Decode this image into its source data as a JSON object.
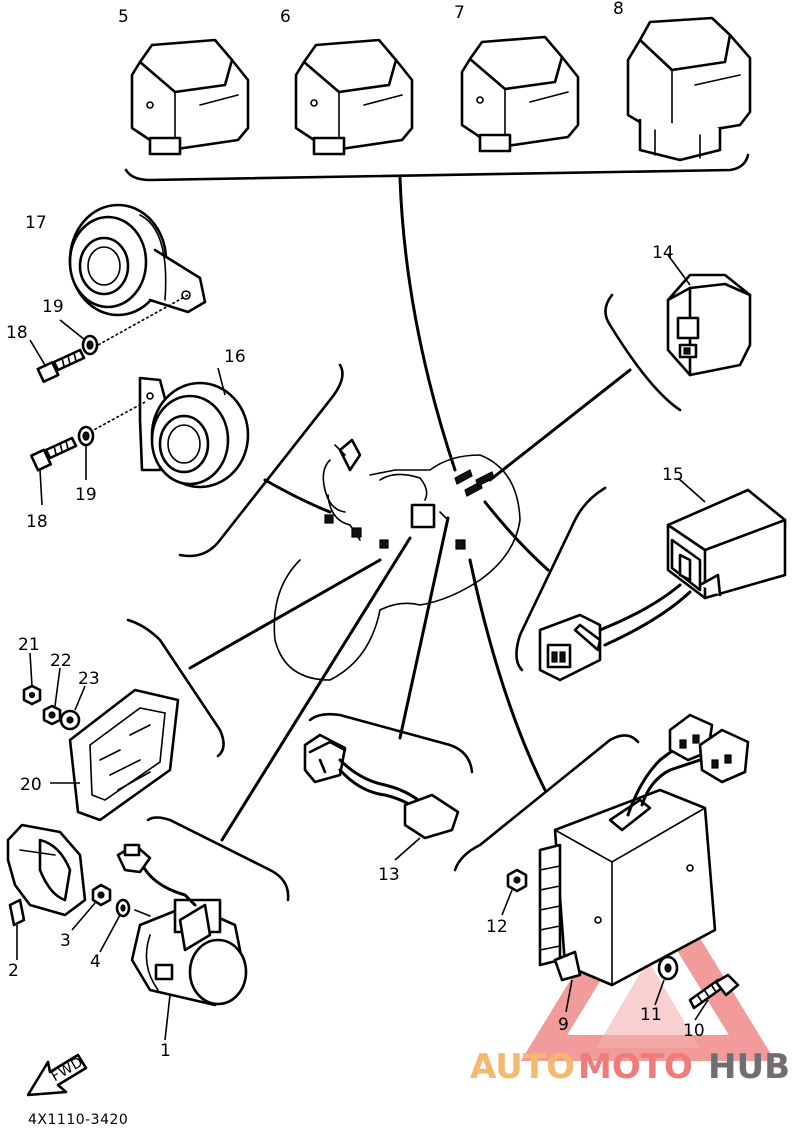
{
  "diagram": {
    "callouts": {
      "p1": "1",
      "p2": "2",
      "p3": "3",
      "p4": "4",
      "p5": "5",
      "p6": "6",
      "p7": "7",
      "p8": "8",
      "p9": "9",
      "p10": "10",
      "p11": "11",
      "p12": "12",
      "p13": "13",
      "p14": "14",
      "p15": "15",
      "p16": "16",
      "p17": "17",
      "p18a": "18",
      "p18b": "18",
      "p19a": "19",
      "p19b": "19",
      "p20": "20",
      "p21": "21",
      "p22": "22",
      "p23": "23"
    },
    "drawing_code": "4X1110-3420",
    "fwd_label": "FWD"
  },
  "watermark": {
    "part1": "AUTO",
    "part2": "MOTO",
    "part3": "HUB",
    "color_auto": "#f4b86e",
    "color_moto": "#ef7b7b",
    "color_hub": "#6f6f6f"
  }
}
